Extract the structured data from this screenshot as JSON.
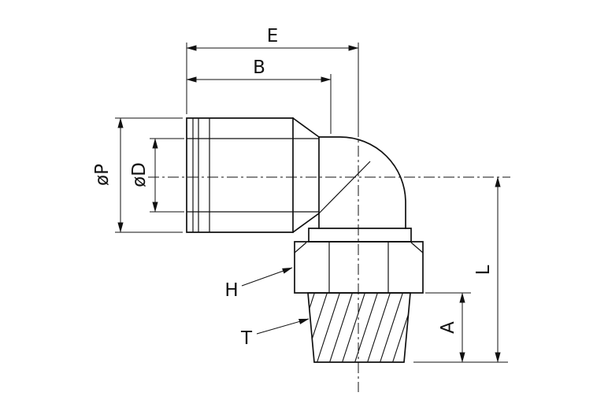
{
  "drawing": {
    "kind": "technical dimension drawing",
    "labels": {
      "E": "E",
      "B": "B",
      "P": "øP",
      "D": "øD",
      "H": "H",
      "T": "T",
      "A": "A",
      "L": "L"
    }
  },
  "colors": {
    "line": "#111111",
    "background": "#ffffff"
  }
}
